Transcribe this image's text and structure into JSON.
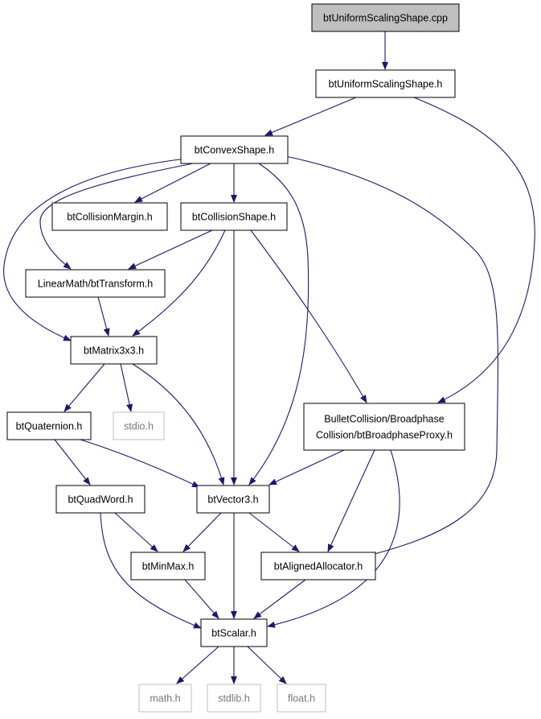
{
  "diagram": {
    "colors": {
      "edge": "#191970",
      "root_fill": "#bfbfbf",
      "node_border": "#000000",
      "external_border": "#bfbfbf",
      "external_text": "#777777"
    },
    "nodes": [
      {
        "id": "bt_uniform_scaling_shape_cpp",
        "lines": [
          "btUniformScalingShape.cpp"
        ],
        "kind": "root"
      },
      {
        "id": "bt_uniform_scaling_shape_h",
        "lines": [
          "btUniformScalingShape.h"
        ],
        "kind": "normal"
      },
      {
        "id": "bt_convex_shape_h",
        "lines": [
          "btConvexShape.h"
        ],
        "kind": "normal"
      },
      {
        "id": "bt_collision_margin_h",
        "lines": [
          "btCollisionMargin.h"
        ],
        "kind": "normal"
      },
      {
        "id": "bt_collision_shape_h",
        "lines": [
          "btCollisionShape.h"
        ],
        "kind": "normal"
      },
      {
        "id": "linear_math_bt_transform_h",
        "lines": [
          "LinearMath/btTransform.h"
        ],
        "kind": "normal"
      },
      {
        "id": "bt_matrix3x3_h",
        "lines": [
          "btMatrix3x3.h"
        ],
        "kind": "normal"
      },
      {
        "id": "bt_quaternion_h",
        "lines": [
          "btQuaternion.h"
        ],
        "kind": "normal"
      },
      {
        "id": "stdio_h",
        "lines": [
          "stdio.h"
        ],
        "kind": "external"
      },
      {
        "id": "bt_broadphase_proxy_h",
        "lines": [
          "BulletCollision/Broadphase",
          "Collision/btBroadphaseProxy.h"
        ],
        "kind": "normal"
      },
      {
        "id": "bt_quad_word_h",
        "lines": [
          "btQuadWord.h"
        ],
        "kind": "normal"
      },
      {
        "id": "bt_vector3_h",
        "lines": [
          "btVector3.h"
        ],
        "kind": "normal"
      },
      {
        "id": "bt_min_max_h",
        "lines": [
          "btMinMax.h"
        ],
        "kind": "normal"
      },
      {
        "id": "bt_aligned_allocator_h",
        "lines": [
          "btAlignedAllocator.h"
        ],
        "kind": "normal"
      },
      {
        "id": "bt_scalar_h",
        "lines": [
          "btScalar.h"
        ],
        "kind": "normal"
      },
      {
        "id": "math_h",
        "lines": [
          "math.h"
        ],
        "kind": "external"
      },
      {
        "id": "stdlib_h",
        "lines": [
          "stdlib.h"
        ],
        "kind": "external"
      },
      {
        "id": "float_h",
        "lines": [
          "float.h"
        ],
        "kind": "external"
      }
    ],
    "edges": [
      {
        "from": "bt_uniform_scaling_shape_cpp",
        "to": "bt_uniform_scaling_shape_h"
      },
      {
        "from": "bt_uniform_scaling_shape_h",
        "to": "bt_convex_shape_h"
      },
      {
        "from": "bt_uniform_scaling_shape_h",
        "to": "bt_broadphase_proxy_h"
      },
      {
        "from": "bt_convex_shape_h",
        "to": "bt_collision_margin_h"
      },
      {
        "from": "bt_convex_shape_h",
        "to": "bt_collision_shape_h"
      },
      {
        "from": "bt_convex_shape_h",
        "to": "linear_math_bt_transform_h"
      },
      {
        "from": "bt_convex_shape_h",
        "to": "bt_matrix3x3_h"
      },
      {
        "from": "bt_convex_shape_h",
        "to": "bt_vector3_h"
      },
      {
        "from": "bt_convex_shape_h",
        "to": "bt_aligned_allocator_h"
      },
      {
        "from": "bt_collision_shape_h",
        "to": "linear_math_bt_transform_h"
      },
      {
        "from": "bt_collision_shape_h",
        "to": "bt_matrix3x3_h"
      },
      {
        "from": "bt_collision_shape_h",
        "to": "bt_vector3_h"
      },
      {
        "from": "bt_collision_shape_h",
        "to": "bt_broadphase_proxy_h"
      },
      {
        "from": "linear_math_bt_transform_h",
        "to": "bt_matrix3x3_h"
      },
      {
        "from": "bt_matrix3x3_h",
        "to": "bt_quaternion_h"
      },
      {
        "from": "bt_matrix3x3_h",
        "to": "stdio_h"
      },
      {
        "from": "bt_matrix3x3_h",
        "to": "bt_vector3_h"
      },
      {
        "from": "bt_quaternion_h",
        "to": "bt_quad_word_h"
      },
      {
        "from": "bt_quaternion_h",
        "to": "bt_vector3_h"
      },
      {
        "from": "bt_broadphase_proxy_h",
        "to": "bt_vector3_h"
      },
      {
        "from": "bt_broadphase_proxy_h",
        "to": "bt_aligned_allocator_h"
      },
      {
        "from": "bt_broadphase_proxy_h",
        "to": "bt_scalar_h"
      },
      {
        "from": "bt_quad_word_h",
        "to": "bt_min_max_h"
      },
      {
        "from": "bt_quad_word_h",
        "to": "bt_scalar_h"
      },
      {
        "from": "bt_vector3_h",
        "to": "bt_min_max_h"
      },
      {
        "from": "bt_vector3_h",
        "to": "bt_aligned_allocator_h"
      },
      {
        "from": "bt_vector3_h",
        "to": "bt_scalar_h"
      },
      {
        "from": "bt_min_max_h",
        "to": "bt_scalar_h"
      },
      {
        "from": "bt_aligned_allocator_h",
        "to": "bt_scalar_h"
      },
      {
        "from": "bt_scalar_h",
        "to": "math_h"
      },
      {
        "from": "bt_scalar_h",
        "to": "stdlib_h"
      },
      {
        "from": "bt_scalar_h",
        "to": "float_h"
      }
    ]
  }
}
